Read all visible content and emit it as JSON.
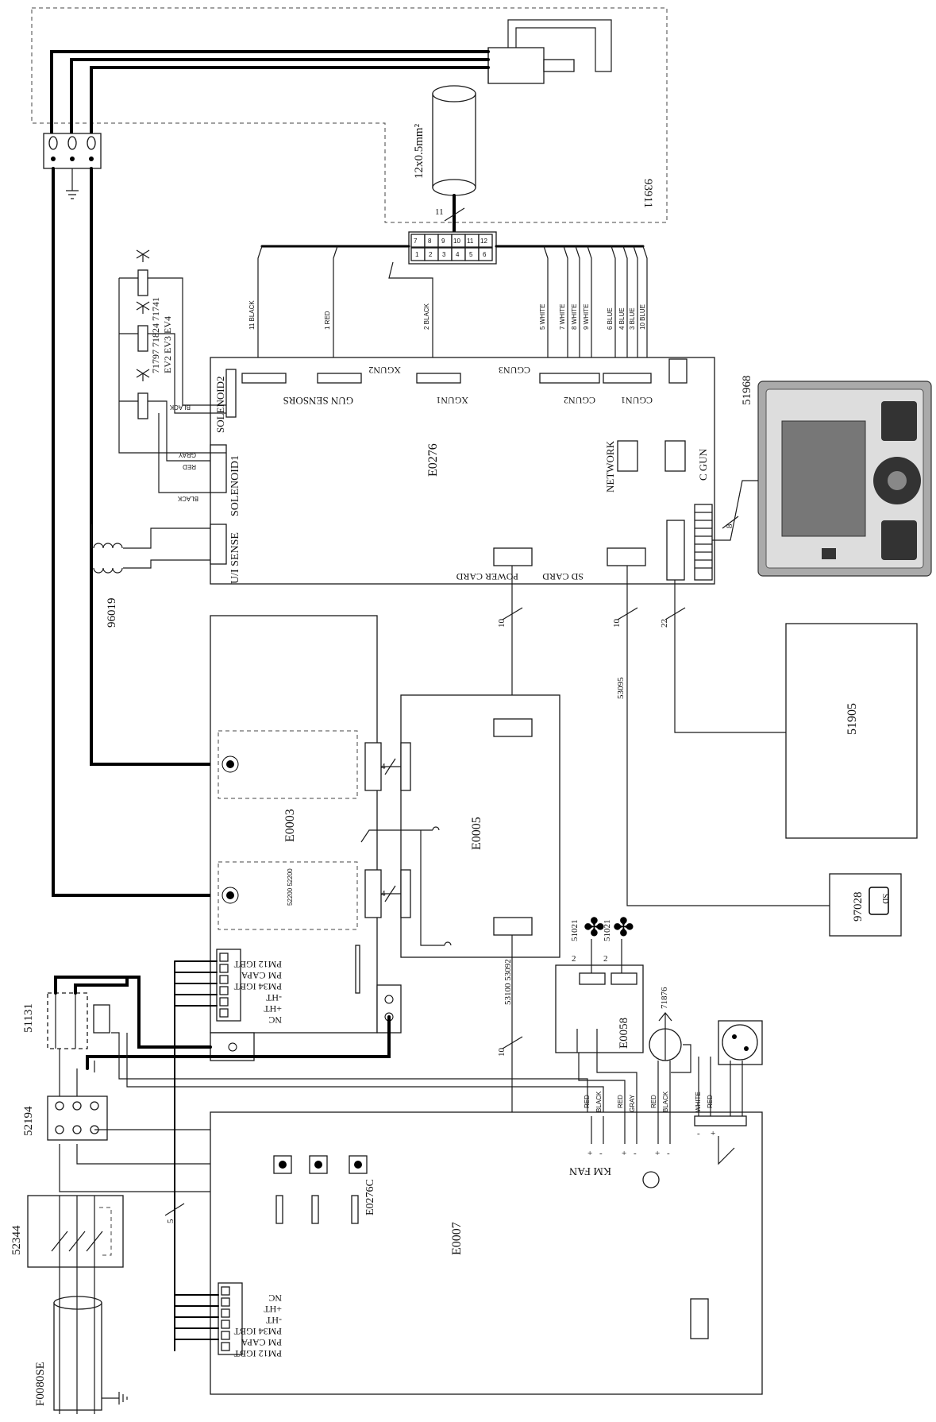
{
  "boards": {
    "main": "E0276",
    "e0007": "E0007",
    "e0003": "E0003",
    "e0005": "E0005",
    "e0058": "E0058"
  },
  "components": {
    "gun": "93911",
    "cable": "12x0.5mm²",
    "panel": "51968",
    "box51905": "51905",
    "sd": "97028",
    "transformer": "96019",
    "contactor": "51131",
    "bridge": "52194",
    "switch": "52344",
    "cable_in": "F0080SE",
    "fan1": "51021",
    "fan2": "51021",
    "motor": "71876",
    "valves": "71797 71824 71741",
    "valve_labels": "EV2 EV3 EV4",
    "cable53095": "53095",
    "cable5310053092": "53100 53092",
    "e0276c": "E0276C",
    "igbt_note": "52200 52200"
  },
  "connectors": {
    "gun_sensors": "GUN SENSORS",
    "xgun2": "XGUN2",
    "xgun1": "XGUN1",
    "cgun3": "CGUN3",
    "cgun2": "CGUN2",
    "cgun1": "CGUN1",
    "solenoid2": "SOLENOID2",
    "solenoid1": "SOLENOID1",
    "u_sense": "U/I SENSE",
    "power_card": "POWER CARD",
    "sd_card": "SD CARD",
    "network": "NETWORK",
    "c_gun": "C GUN",
    "kmfan": "KM FAN"
  },
  "wires": {
    "w11": "11",
    "w10a": "10",
    "w10b": "10",
    "w22": "22",
    "w8": "8",
    "w4a": "4",
    "w4b": "4",
    "w2a": "2",
    "w2b": "2",
    "w10c": "10",
    "w5": "5"
  },
  "wire_colors": {
    "black11": "11 BLACK",
    "red1": "1 RED",
    "black2": "2 BLACK",
    "white5": "5 WHITE",
    "white7": "7 WHITE",
    "white8": "8 WHITE",
    "white9": "9 WHITE",
    "blue6": "6 BLUE",
    "blue4": "4 BLUE",
    "blue3": "3 BLUE",
    "blue10": "10 BLUE",
    "sol_black": "BLACK",
    "sol_gray": "GRAY",
    "sol_red": "RED",
    "sol_black2": "BLACK",
    "kf_red": "RED",
    "kf_black": "BLACK",
    "kf_red2": "RED",
    "kf_gray": "GRAY",
    "kf_red3": "RED",
    "kf_black2": "BLACK",
    "kf_white": "WHITE",
    "kf_red4": "RED"
  },
  "pins_labels": [
    "PM12 IGBT",
    "PM CAPA",
    "PM34 IGBT",
    "-HT",
    "+HT",
    "NC"
  ],
  "gun_pins": [
    "1",
    "2",
    "3",
    "4",
    "5",
    "6",
    "7",
    "8",
    "9",
    "10",
    "11",
    "12"
  ]
}
